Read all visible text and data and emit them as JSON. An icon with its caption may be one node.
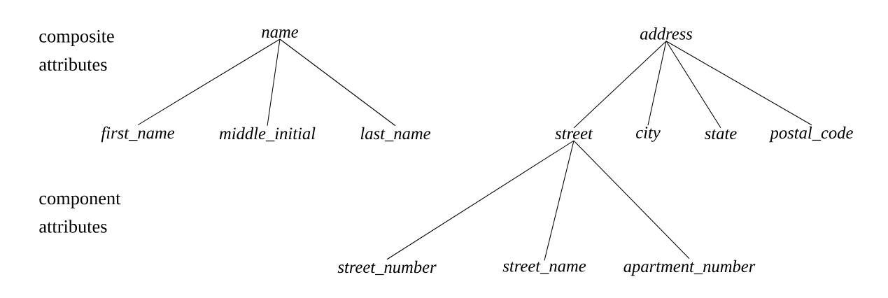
{
  "diagram": {
    "nodes": [
      {
        "text": [
          "name"
        ]
      },
      {
        "text": [
          "first_name"
        ]
      },
      {
        "text": [
          "middle_initial"
        ]
      },
      {
        "text": [
          "last_name"
        ]
      },
      {
        "text": [
          "address"
        ]
      },
      {
        "text": [
          "street"
        ]
      },
      {
        "text": [
          "city"
        ]
      },
      {
        "text": [
          "state"
        ]
      },
      {
        "text": [
          "postal_code"
        ]
      },
      {
        "text": [
          "street_number"
        ]
      },
      {
        "text": [
          "street_name"
        ]
      },
      {
        "text": [
          "apartment_number"
        ]
      }
    ],
    "edges": [
      {
        "from": 0,
        "to": 1,
        "arrow": "none"
      },
      {
        "from": 0,
        "to": 2,
        "arrow": "none"
      },
      {
        "from": 0,
        "to": 3,
        "arrow": "none"
      },
      {
        "from": 4,
        "to": 5,
        "arrow": "none"
      },
      {
        "from": 4,
        "to": 6,
        "arrow": "none"
      },
      {
        "from": 4,
        "to": 7,
        "arrow": "none"
      },
      {
        "from": 4,
        "to": 8,
        "arrow": "none"
      },
      {
        "from": 5,
        "to": 9,
        "arrow": "none"
      },
      {
        "from": 5,
        "to": 10,
        "arrow": "none"
      },
      {
        "from": 5,
        "to": 11,
        "arrow": "none"
      }
    ],
    "labels": [
      "composite attributes",
      "component attributes"
    ]
  }
}
